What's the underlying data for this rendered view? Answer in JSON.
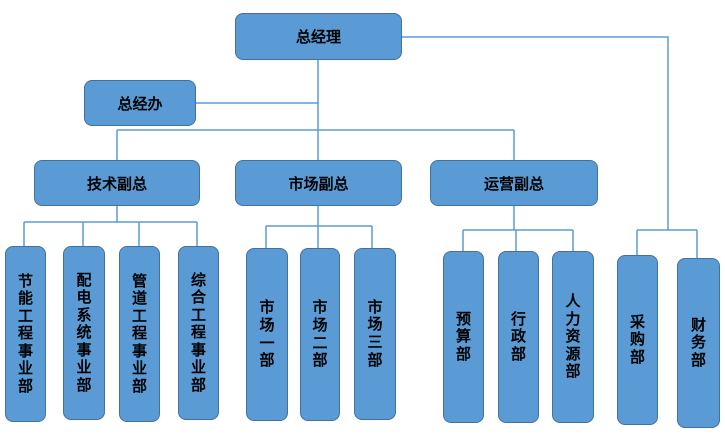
{
  "org": {
    "ceo": "总经理",
    "office": "总经办",
    "vp_tech": "技术副总",
    "vp_market": "市场副总",
    "vp_ops": "运营副总",
    "departments": {
      "d1": "节能工程事业部",
      "d2": "配电系统事业部",
      "d3": "管道工程事业部",
      "d4": "综合工程事业部",
      "m1": "市场一部",
      "m2": "市场二部",
      "m3": "市场三部",
      "o1": "预算部",
      "o2": "行政部",
      "o3": "人力资源部",
      "f1": "采购部",
      "f2": "财务部"
    }
  },
  "colors": {
    "box_fill": "#5b9bd5",
    "box_border": "#41719c",
    "connector": "#5b9bd5",
    "text": "#000000"
  }
}
